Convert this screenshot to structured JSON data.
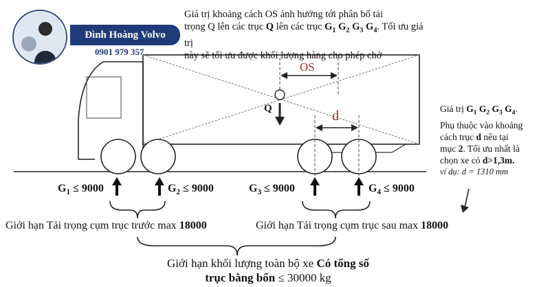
{
  "brand": {
    "name": "Đình Hoàng Volvo",
    "phone": "0901 979 357",
    "name_bg": "#1f3b78"
  },
  "top_note": {
    "line1": "Giá trị khoảng cách OS ảnh hưởng tới phân bổ tải",
    "line2_pre": "trọng Q lên các trục",
    "line2_post": "Tối ưu giá trị",
    "line3": "này sẽ tối ưu được khối lượng hàng cho phép chở"
  },
  "right_note": {
    "line1": "Giá trị",
    "line2": "Phụ thuộc vào khoảng",
    "line3": "cách trục",
    "line3b": "nêu tại",
    "line4": "mục",
    "line4b": ". Tối ưu nhất là",
    "line5": "chọn xe có",
    "example": "ví dụ: d = 1310 mm"
  },
  "diagram_labels": {
    "os": "OS",
    "q": "Q",
    "d": "d"
  },
  "loads": [
    {
      "g": "G",
      "sub": "1",
      "rel": "≤ 9000"
    },
    {
      "g": "G",
      "sub": "2",
      "rel": "≤ 9000"
    },
    {
      "g": "G",
      "sub": "3",
      "rel": "≤ 9000"
    },
    {
      "g": "G",
      "sub": "4",
      "rel": "≤ 9000"
    }
  ],
  "limits": {
    "front": "Giới hạn Tải trọng cụm trục trước max",
    "front_value": "18000",
    "rear": "Giới hạn Tải trọng cụm trục sau max",
    "rear_value": "18000"
  },
  "total": {
    "line1_pre": "Giới hạn khối lượng toàn bộ xe",
    "line1_bold": "Có tổng số",
    "line2_bold": "trục bằng bốn",
    "line2_post": "≤ 30000 kg"
  },
  "colors": {
    "os_label": "#b02222",
    "d_label": "#b02222"
  }
}
